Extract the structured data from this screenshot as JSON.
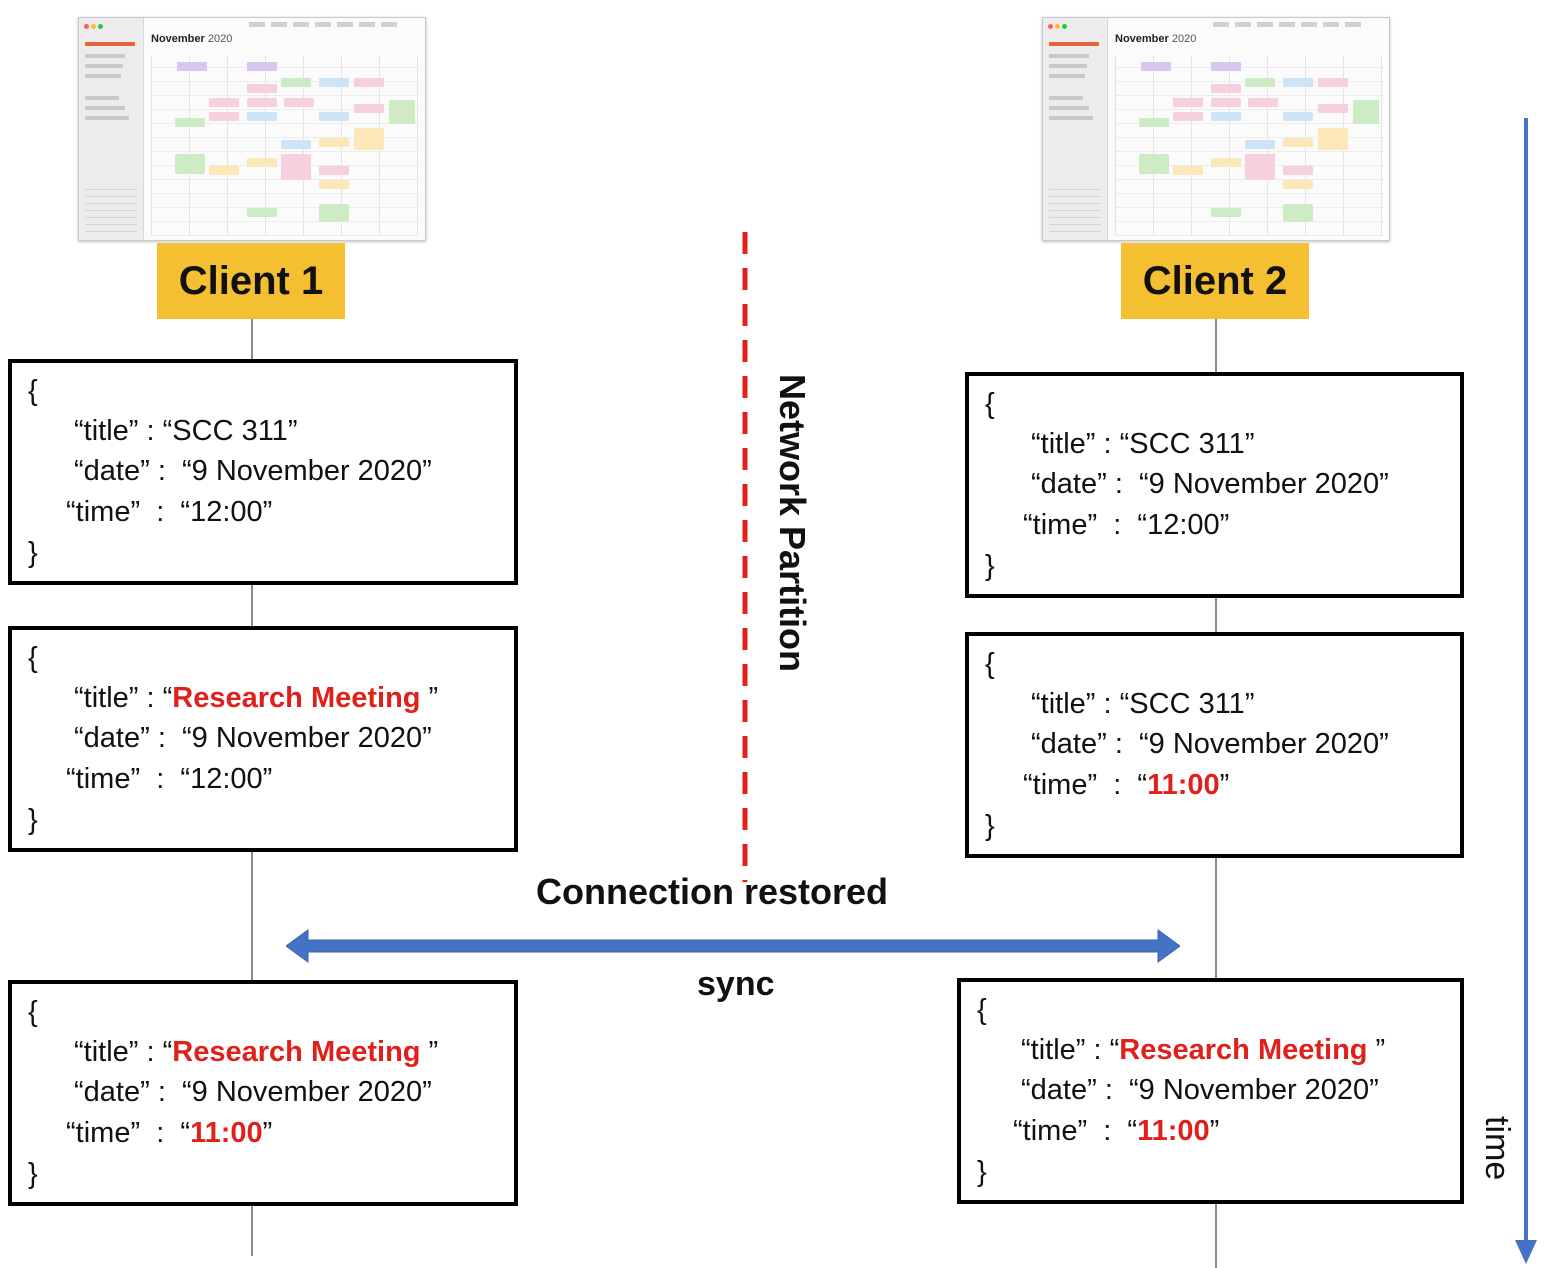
{
  "clients": [
    {
      "label": "Client 1",
      "calendar": {
        "month": "November",
        "year": "2020"
      },
      "states": [
        {
          "open": "{",
          "title_key": "“title”",
          "title_sep": " : “",
          "title_value": "SCC 311",
          "title_close": "”",
          "title_highlight": false,
          "date_key": "“date”",
          "date_sep": " :  “",
          "date_value": "9 November 2020”",
          "time_key": "“time”",
          "time_sep": "  :  “",
          "time_value": "12:00",
          "time_close": "”",
          "time_highlight": false,
          "close": "}"
        },
        {
          "open": "{",
          "title_key": "“title”",
          "title_sep": " : “",
          "title_value": "Research Meeting",
          "title_close": " ”",
          "title_highlight": true,
          "date_key": "“date”",
          "date_sep": " :  “",
          "date_value": "9 November 2020”",
          "time_key": "“time”",
          "time_sep": "  :  “",
          "time_value": "12:00",
          "time_close": "”",
          "time_highlight": false,
          "close": "}"
        },
        {
          "open": "{",
          "title_key": "“title”",
          "title_sep": " : “",
          "title_value": "Research Meeting",
          "title_close": " ”",
          "title_highlight": true,
          "date_key": "“date”",
          "date_sep": " :  “",
          "date_value": "9 November 2020”",
          "time_key": "“time”",
          "time_sep": "  :  “",
          "time_value": "11:00",
          "time_close": "”",
          "time_highlight": true,
          "close": "}"
        }
      ]
    },
    {
      "label": "Client 2",
      "calendar": {
        "month": "November",
        "year": "2020"
      },
      "states": [
        {
          "open": "{",
          "title_key": "“title”",
          "title_sep": " : “",
          "title_value": "SCC 311",
          "title_close": "”",
          "title_highlight": false,
          "date_key": "“date”",
          "date_sep": " :  “",
          "date_value": "9 November 2020”",
          "time_key": "“time”",
          "time_sep": "  :  “",
          "time_value": "12:00",
          "time_close": "”",
          "time_highlight": false,
          "close": "}"
        },
        {
          "open": "{",
          "title_key": "“title”",
          "title_sep": " : “",
          "title_value": "SCC 311",
          "title_close": "”",
          "title_highlight": false,
          "date_key": "“date”",
          "date_sep": " :  “",
          "date_value": "9 November 2020”",
          "time_key": "“time”",
          "time_sep": "  :  “",
          "time_value": "11:00",
          "time_close": "”",
          "time_highlight": true,
          "close": "}"
        },
        {
          "open": "{",
          "title_key": "“title”",
          "title_sep": " : “",
          "title_value": "Research Meeting",
          "title_close": " ”",
          "title_highlight": true,
          "date_key": "“date”",
          "date_sep": " :  “",
          "date_value": "9 November 2020”",
          "time_key": "“time”",
          "time_sep": "  :  “",
          "time_value": "11:00",
          "time_close": "”",
          "time_highlight": true,
          "close": "}"
        }
      ]
    }
  ],
  "partition_label": "Network Partition",
  "connection_label": "Connection restored",
  "sync_label": "sync",
  "time_label": "time",
  "colors": {
    "client_label_bg": "#f4c031",
    "highlight": "#e0201b",
    "partition_line": "#e0201b",
    "arrow": "#4472c4"
  }
}
